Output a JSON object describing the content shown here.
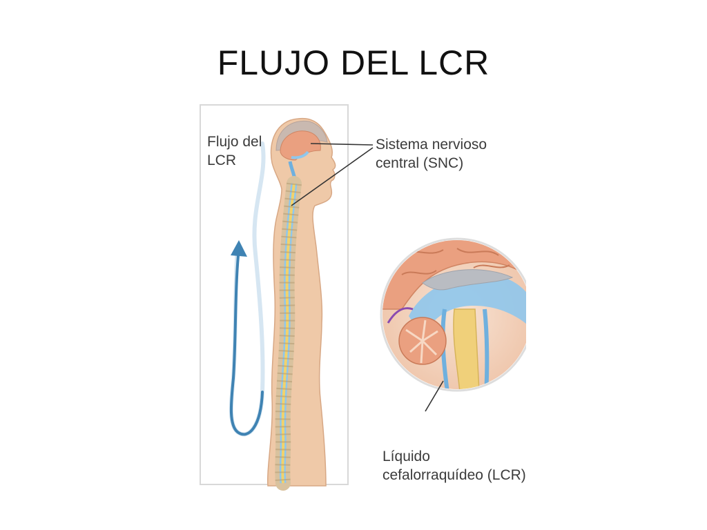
{
  "slide": {
    "title": "FLUJO DEL LCR"
  },
  "figure": {
    "flow_label": {
      "line1": "Flujo del",
      "line2": "LCR"
    },
    "cns_label": {
      "line1": "Sistema nervioso",
      "line2": "central (SNC)"
    },
    "csf_label": {
      "line1": "Líquido",
      "line2": "cefalorraquídeo (LCR)"
    },
    "colors": {
      "arrow": "#3f83b3",
      "skin": "#efc9a8",
      "brain": "#eaa080",
      "csf": "#8fc7ec",
      "cord": "#f2d26b"
    }
  }
}
